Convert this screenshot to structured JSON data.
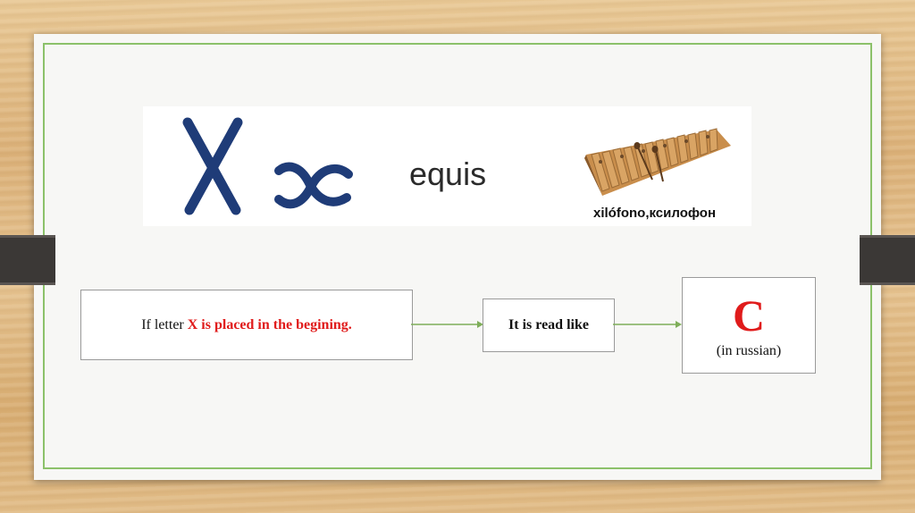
{
  "banner": {
    "letters": "X x",
    "word": "equis",
    "caption": "xilófono,ксилофон"
  },
  "flow": {
    "box1": {
      "prefix": "If letter ",
      "highlight": "X is placed in the begining."
    },
    "box2": {
      "label": "It is read like"
    },
    "box3": {
      "letter": "C",
      "note": "(in russian)"
    }
  },
  "colors": {
    "accent_red": "#e01b1b",
    "frame_green": "#8cc16a",
    "letter_blue": "#1f3c78"
  }
}
